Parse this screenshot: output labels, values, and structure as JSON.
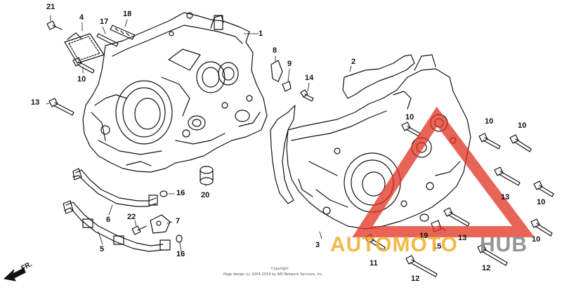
{
  "diagram": {
    "callouts": [
      "1",
      "2",
      "3",
      "4",
      "5",
      "6",
      "7",
      "8",
      "9",
      "10",
      "11",
      "12",
      "13",
      "14",
      "15",
      "16",
      "17",
      "18",
      "19",
      "20",
      "21",
      "22"
    ],
    "direction_label": "FR.",
    "copyright_line1": "Copyright",
    "copyright_line2": "Page design (c) 2004-2014 by ARI Network Services, Inc."
  },
  "watermark": {
    "text_primary": "AUTOMOTO",
    "text_secondary": "HUB",
    "color_primary": "#f2b233",
    "color_secondary": "#8a8a8a",
    "triangle_color": "#e0301e"
  }
}
